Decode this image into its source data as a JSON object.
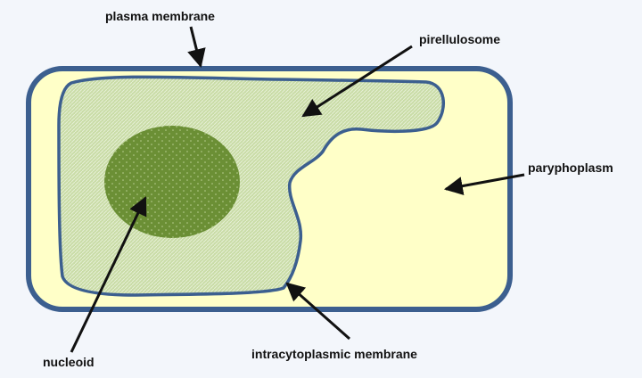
{
  "labels": {
    "plasma_membrane": "plasma membrane",
    "pirellulosome": "pirellulosome",
    "paryphoplasm": "paryphoplasm",
    "nucleoid": "nucleoid",
    "intracytoplasmic_membrane": "intracytoplasmic membrane"
  },
  "colors": {
    "background": "#f3f6fb",
    "membrane": "#3c5f8f",
    "paryphoplasm_fill": "#ffffc8",
    "pirellulosome_fill": "#c9dca6",
    "nucleoid_fill": "#6b8f35",
    "arrow": "#111111"
  }
}
